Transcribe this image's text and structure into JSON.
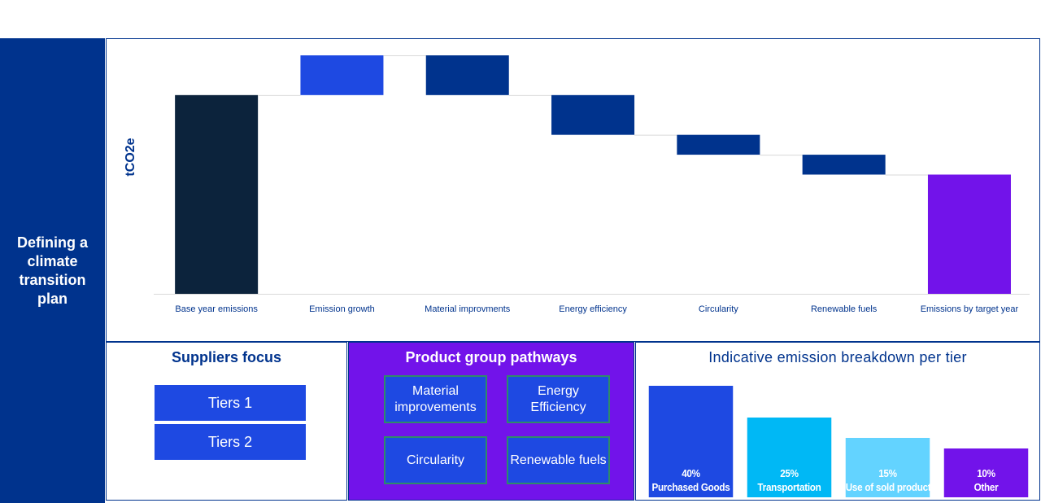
{
  "sidebar": {
    "title": "Defining a climate transition plan"
  },
  "chart_data": {
    "type": "bar",
    "subtype": "waterfall",
    "ylabel": "tCO2e",
    "categories": [
      "Base year emissions",
      "Emission growth",
      "Material improvments",
      "Energy efficiency",
      "Circularity",
      "Renewable fuels",
      "Emissions by target year"
    ],
    "bars": [
      {
        "start": 0,
        "end": 100,
        "kind": "total"
      },
      {
        "start": 100,
        "end": 120,
        "kind": "increase"
      },
      {
        "start": 120,
        "end": 100,
        "kind": "decrease"
      },
      {
        "start": 100,
        "end": 80,
        "kind": "decrease"
      },
      {
        "start": 80,
        "end": 70,
        "kind": "decrease"
      },
      {
        "start": 70,
        "end": 60,
        "kind": "decrease"
      },
      {
        "start": 0,
        "end": 60,
        "kind": "result"
      }
    ],
    "ylim": [
      0,
      120
    ],
    "colors": {
      "total": "#0c233c",
      "increase": "#1e49e2",
      "decrease": "#00338d",
      "result": "#7213ea"
    }
  },
  "suppliers": {
    "title": "Suppliers focus",
    "tiers": [
      "Tiers 1",
      "Tiers 2"
    ]
  },
  "pathways": {
    "title": "Product group pathways",
    "items": [
      "Material improvements",
      "Energy Efficiency",
      "Circularity",
      "Renewable fuels"
    ]
  },
  "breakdown": {
    "title": "Indicative emission breakdown per tier",
    "tiers": [
      {
        "percent": "40%",
        "value": 40,
        "label": "Purchased Goods",
        "color": "#1e49e2"
      },
      {
        "percent": "25%",
        "value": 25,
        "label": "Transportation",
        "color": "#00b8f5"
      },
      {
        "percent": "15%",
        "value": 15,
        "label": "Use of sold products",
        "color": "#63d3ff"
      },
      {
        "percent": "10%",
        "value": 10,
        "label": "Other",
        "color": "#7213ea"
      }
    ]
  }
}
